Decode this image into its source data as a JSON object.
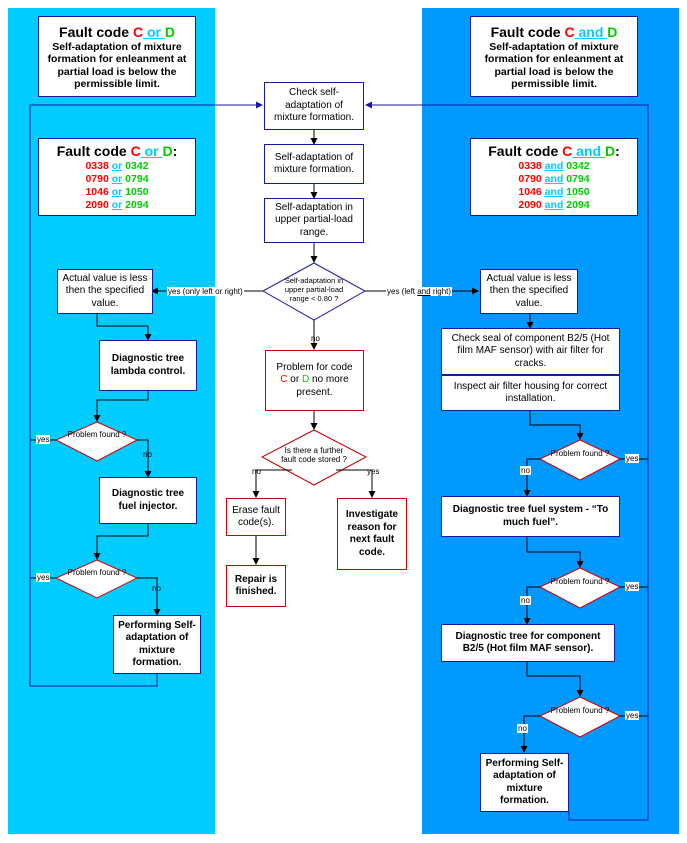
{
  "colors": {
    "left_panel": "#00ccff",
    "right_panel": "#0099ff",
    "box_border": "#1a1aa0",
    "alert_border": "#cc0000",
    "code_c": "#ff0000",
    "code_d": "#00cc00",
    "conjunction": "#00ccff"
  },
  "left": {
    "header": {
      "prefix": "Fault code ",
      "c": "C",
      "conj": " or ",
      "d": "D",
      "description": "Self-adaptation of mixture formation for enleanment at partial load is below the permissible limit."
    },
    "codes": {
      "prefix": "Fault code ",
      "c": "C",
      "conj": " or ",
      "d": "D",
      "colon": ":",
      "rows": [
        {
          "c": "0338",
          "conj": "or",
          "d": "0342"
        },
        {
          "c": "0790",
          "conj": "or",
          "d": "0794"
        },
        {
          "c": "1046",
          "conj": "or",
          "d": "1050"
        },
        {
          "c": "2090",
          "conj": "or",
          "d": "2094"
        }
      ]
    },
    "actual_value": "Actual value is less then the specified value.",
    "lambda": "Diagnostic tree lambda control.",
    "decision1": {
      "label": "Problem found ?",
      "yes": "yes",
      "no": "no"
    },
    "injector": "Diagnostic tree fuel injector.",
    "decision2": {
      "label": "Problem found ?",
      "yes": "yes",
      "no": "no"
    },
    "performing": "Performing Self-adaptation of mixture formation."
  },
  "center": {
    "check": "Check self-adaptation of mixture formation.",
    "selfadapt": "Self-adaptation of mixture formation.",
    "upper": "Self-adaptation in upper partial-load range.",
    "decision": {
      "label": "Self-adaptation in upper partial-load range < 0.80 ?",
      "yes_left": "yes (only left or right)",
      "yes_right_pre": "yes (left ",
      "yes_right_and": "and",
      "yes_right_post": " right)",
      "no": "no"
    },
    "problem": {
      "pre": "Problem for code",
      "c": "C",
      "mid": " or ",
      "d": "D",
      "post": " no more present."
    },
    "further": {
      "label": "Is there a further fault code stored ?",
      "no": "no",
      "yes": "yes"
    },
    "erase": "Erase fault code(s).",
    "investigate": "Investigate reason for next fault code.",
    "repair": "Repair is finished."
  },
  "right": {
    "header": {
      "prefix": "Fault code ",
      "c": "C",
      "conj": " and ",
      "d": "D",
      "description": "Self-adaptation of mixture formation for enleanment at partial load is below the permissible limit."
    },
    "codes": {
      "prefix": "Fault code ",
      "c": "C",
      "conj": " and ",
      "d": "D",
      "colon": ":",
      "rows": [
        {
          "c": "0338",
          "conj": "and",
          "d": "0342"
        },
        {
          "c": "0790",
          "conj": "and",
          "d": "0794"
        },
        {
          "c": "1046",
          "conj": "and",
          "d": "1050"
        },
        {
          "c": "2090",
          "conj": "and",
          "d": "2094"
        }
      ]
    },
    "actual_value": "Actual value is less then the specified value.",
    "check_seal": "Check seal of component B2/5 (Hot film MAF sensor) with air filter for cracks.",
    "inspect": "Inspect air filter housing for correct installation.",
    "decision1": {
      "label": "Problem found ?",
      "yes": "yes",
      "no": "no"
    },
    "fuel_system": "Diagnostic tree fuel system - “To much fuel”.",
    "decision2": {
      "label": "Problem found ?",
      "yes": "yes",
      "no": "no"
    },
    "maf": "Diagnostic tree for component B2/5 (Hot film MAF sensor).",
    "decision3": {
      "label": "Problem found ?",
      "yes": "yes",
      "no": "no"
    },
    "performing": "Performing Self-adaptation of mixture formation."
  }
}
